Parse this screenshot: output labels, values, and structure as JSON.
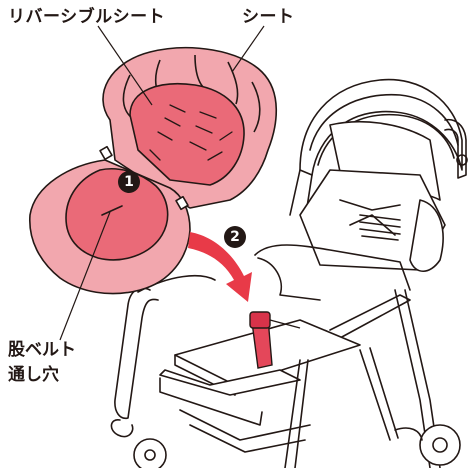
{
  "labels": {
    "reversible_seat": "リバーシブルシート",
    "seat": "シート",
    "crotch_belt_hole_line1": "股ベルト",
    "crotch_belt_hole_line2": "通し穴"
  },
  "steps": {
    "step1": "1",
    "step2": "2"
  },
  "colors": {
    "seat_pink": "#f2a7ae",
    "seat_pink_light": "#f7c4c9",
    "seat_pad": "#ea6a78",
    "arrow_red": "#e83a48",
    "line": "#231815"
  }
}
